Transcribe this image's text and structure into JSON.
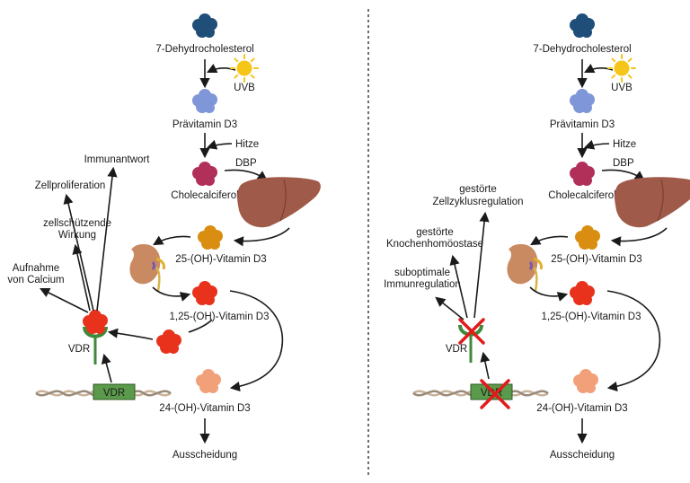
{
  "left": {
    "dehydro": "7-Dehydrocholesterol",
    "uvb": "UVB",
    "pre": "Prävitamin D3",
    "heat": "Hitze",
    "dbp": "DBP",
    "chole": "Cholecalciferol",
    "calcidiol": "25-(OH)-Vitamin D3",
    "calcitriol": "1,25-(OH)-Vitamin D3",
    "inactive": "24-(OH)-Vitamin D3",
    "excretion": "Ausscheidung",
    "vdr": "VDR",
    "gene": "VDR",
    "immune": "Immunantwort",
    "prolif": "Zellproliferation",
    "protect1": "zellschützende",
    "protect2": "Wirkung",
    "calcium1": "Aufnahme",
    "calcium2": "von Calcium"
  },
  "right": {
    "dehydro": "7-Dehydrocholesterol",
    "uvb": "UVB",
    "pre": "Prävitamin D3",
    "heat": "Hitze",
    "dbp": "DBP",
    "chole": "Cholecalciferol",
    "calcidiol": "25-(OH)-Vitamin D3",
    "calcitriol": "1,25-(OH)-Vitamin D3",
    "inactive": "24-(OH)-Vitamin D3",
    "excretion": "Ausscheidung",
    "vdr": "VDR",
    "gene": "VDR",
    "cycle1": "gestörte",
    "cycle2": "Zellzyklusregulation",
    "bone1": "gestörte",
    "bone2": "Knochenhomöostase",
    "immune1": "suboptimale",
    "immune2": "Immunregulation"
  },
  "colors": {
    "dehydro": "#1f4e79",
    "pre": "#7f96d8",
    "chole": "#b0305a",
    "calcidiol": "#d98e12",
    "calcitriol": "#e8321c",
    "inactive": "#f2a07a",
    "liver": "#a05a4a",
    "kidney": "#c98a62",
    "vdr": "#3e8a3a",
    "gene_box": "#5a9a4a",
    "cross": "#e01b1b",
    "sun": "#f5c518"
  }
}
